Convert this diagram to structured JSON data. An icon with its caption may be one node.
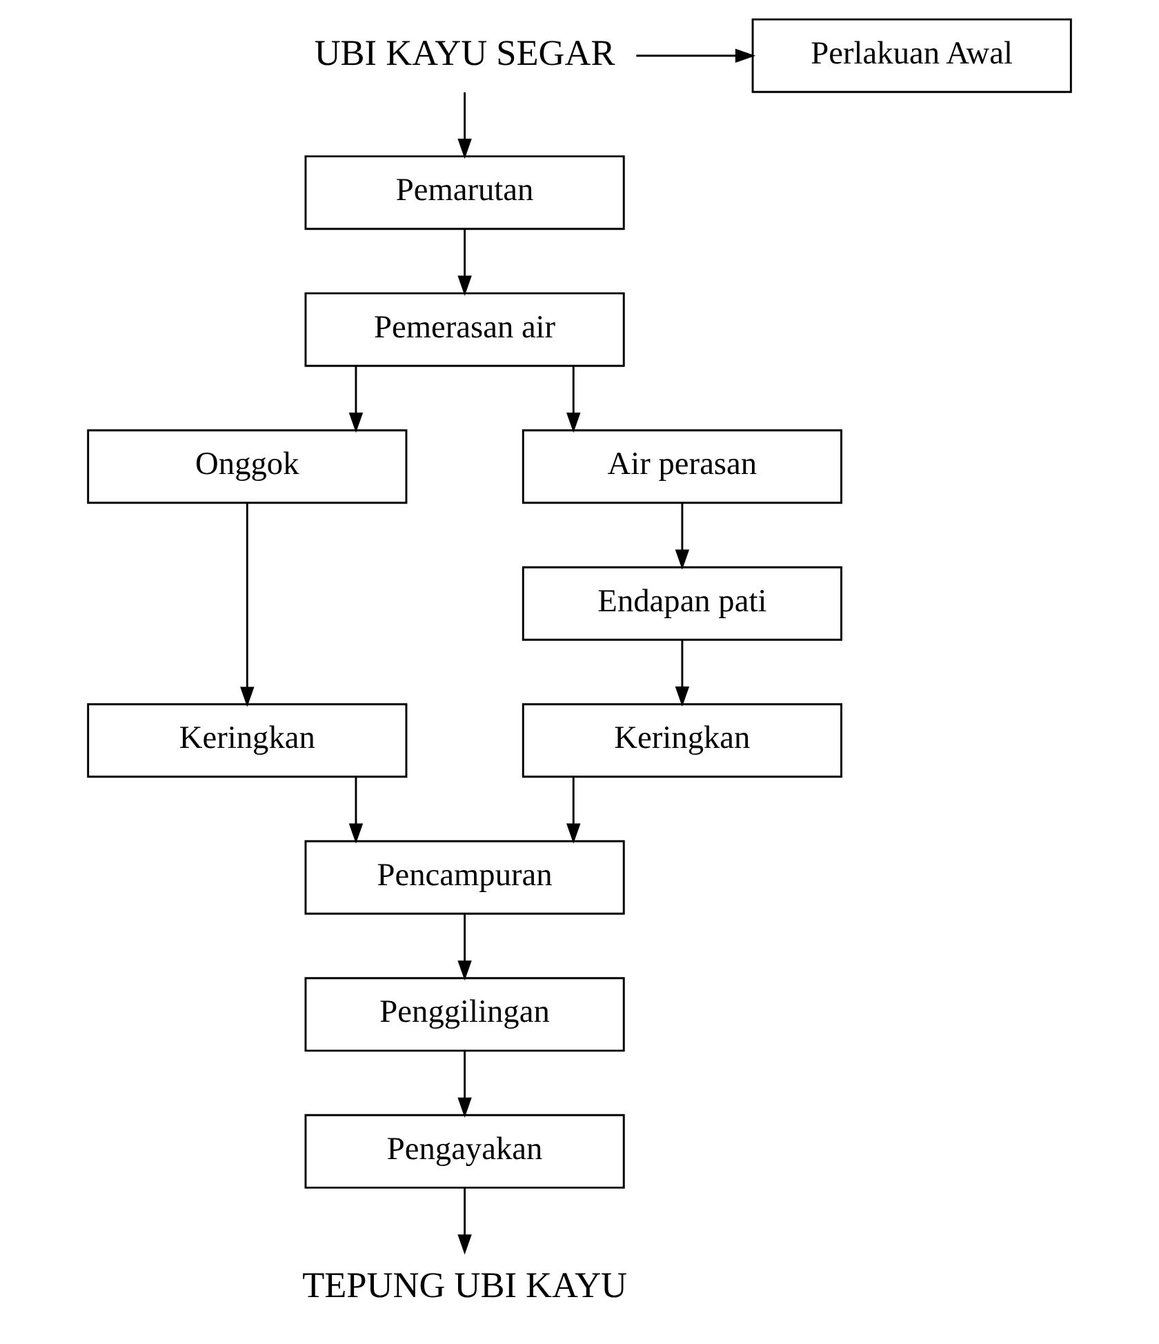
{
  "diagram": {
    "nodes": [
      {
        "text": [
          "UBI KAYU SEGAR"
        ]
      },
      {
        "text": [
          "Perlakuan Awal"
        ]
      },
      {
        "text": [
          "Pemarutan"
        ]
      },
      {
        "text": [
          "Pemerasan air"
        ]
      },
      {
        "text": [
          "Onggok"
        ]
      },
      {
        "text": [
          "Air perasan"
        ]
      },
      {
        "text": [
          "Endapan pati"
        ]
      },
      {
        "text": [
          "Keringkan"
        ]
      },
      {
        "text": [
          "Keringkan"
        ]
      },
      {
        "text": [
          "Pencampuran"
        ]
      },
      {
        "text": [
          "Penggilingan"
        ]
      },
      {
        "text": [
          "Pengayakan"
        ]
      },
      {
        "text": [
          "TEPUNG UBI KAYU"
        ]
      }
    ],
    "edges": [
      {
        "from": 0,
        "to": 1,
        "arrow": "to"
      },
      {
        "from": 0,
        "to": 2,
        "arrow": "to"
      },
      {
        "from": 2,
        "to": 3,
        "arrow": "to"
      },
      {
        "from": 3,
        "to": 4,
        "arrow": "to"
      },
      {
        "from": 3,
        "to": 5,
        "arrow": "to"
      },
      {
        "from": 5,
        "to": 6,
        "arrow": "to"
      },
      {
        "from": 6,
        "to": 8,
        "arrow": "to"
      },
      {
        "from": 4,
        "to": 7,
        "arrow": "to"
      },
      {
        "from": 7,
        "to": 9,
        "arrow": "to"
      },
      {
        "from": 8,
        "to": 9,
        "arrow": "to"
      },
      {
        "from": 9,
        "to": 10,
        "arrow": "to"
      },
      {
        "from": 10,
        "to": 11,
        "arrow": "to"
      },
      {
        "from": 11,
        "to": 12,
        "arrow": "to"
      }
    ]
  }
}
